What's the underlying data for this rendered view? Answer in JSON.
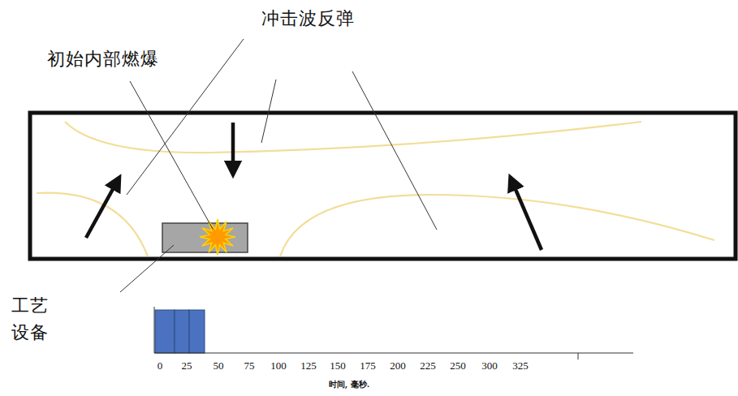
{
  "diagram": {
    "labels": [
      "冲击波反弹",
      "初始内部燃爆",
      "工艺 设备",
      "0",
      "25",
      "50",
      "75",
      "100",
      "125",
      "150",
      "175",
      "200",
      "225",
      "250",
      "300",
      "325",
      "时间, 毫秒."
    ]
  }
}
